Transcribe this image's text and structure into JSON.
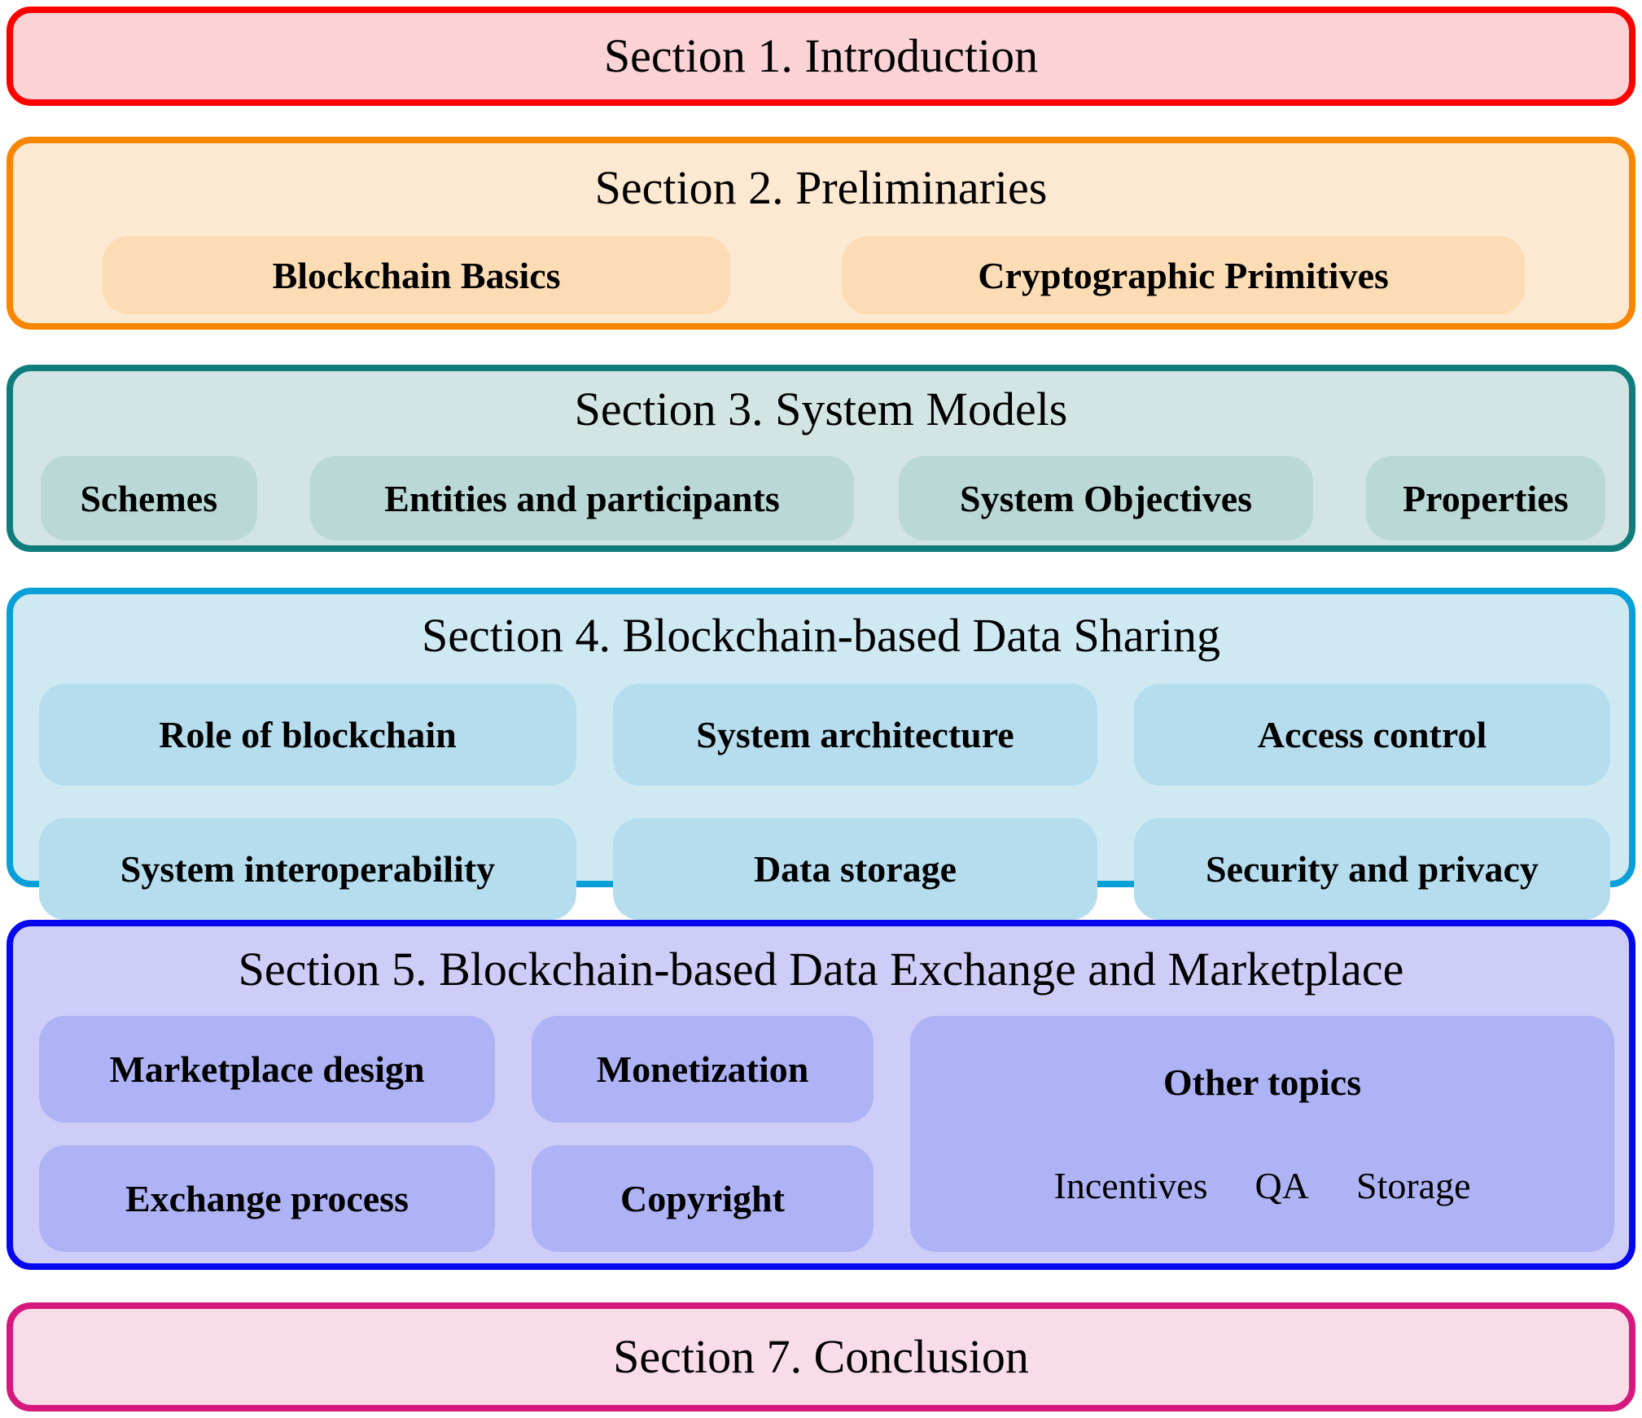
{
  "diagram": {
    "sections": [
      {
        "key": "introduction",
        "title": "Section 1. Introduction",
        "colors": {
          "border": "#fe0000",
          "fill": "#fbd2d5"
        }
      },
      {
        "key": "preliminaries",
        "title": "Section 2. Preliminaries",
        "colors": {
          "border": "#f88601",
          "fill": "#fde9d1",
          "chip": "#fcdcb4"
        },
        "chips": [
          {
            "label": "Blockchain Basics"
          },
          {
            "label": "Cryptographic Primitives"
          }
        ]
      },
      {
        "key": "system-models",
        "title": "Section 3. System Models",
        "colors": {
          "border": "#117c7c",
          "fill": "#d2e5e4",
          "chip": "#b9d8d6"
        },
        "chips": [
          {
            "label": "Schemes"
          },
          {
            "label": "Entities and participants"
          },
          {
            "label": "System Objectives"
          },
          {
            "label": "Properties"
          }
        ]
      },
      {
        "key": "blockchain-data-sharing",
        "title": "Section 4. Blockchain-based Data Sharing",
        "colors": {
          "border": "#09a0da",
          "fill": "#cfe9f3",
          "chip": "#b5ddee"
        },
        "chips": [
          {
            "label": "Role of blockchain"
          },
          {
            "label": "System architecture"
          },
          {
            "label": "Access control"
          },
          {
            "label": "System interoperability"
          },
          {
            "label": "Data storage"
          },
          {
            "label": "Security and privacy"
          }
        ]
      },
      {
        "key": "data-exchange-marketplace",
        "title": "Section 5. Blockchain-based Data Exchange and Marketplace",
        "colors": {
          "border": "#0606ef",
          "fill": "#cdcdf8",
          "chip": "#aeb3f5"
        },
        "chips": [
          {
            "label": "Marketplace design"
          },
          {
            "label": "Monetization"
          },
          {
            "label": "Exchange process"
          },
          {
            "label": "Copyright"
          }
        ],
        "other_topics": {
          "title": "Other topics",
          "items": [
            {
              "label": "Incentives"
            },
            {
              "label": "QA"
            },
            {
              "label": "Storage"
            }
          ]
        }
      },
      {
        "key": "conclusion",
        "title": "Section 7. Conclusion",
        "colors": {
          "border": "#d6187e",
          "fill": "#f8dce7"
        }
      }
    ]
  }
}
